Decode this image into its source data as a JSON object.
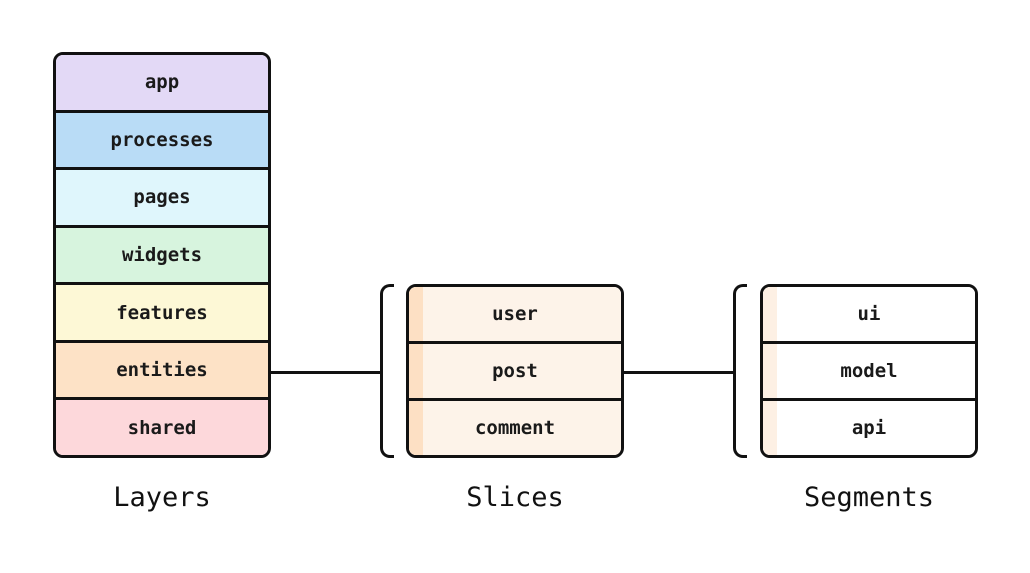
{
  "layers": {
    "caption": "Layers",
    "items": [
      {
        "label": "app",
        "color": "#e3d9f6"
      },
      {
        "label": "processes",
        "color": "#b9dcf6"
      },
      {
        "label": "pages",
        "color": "#dff6fc"
      },
      {
        "label": "widgets",
        "color": "#d7f4de"
      },
      {
        "label": "features",
        "color": "#fdf8d6"
      },
      {
        "label": "entities",
        "color": "#fde2c6"
      },
      {
        "label": "shared",
        "color": "#fdd8db"
      }
    ]
  },
  "slices": {
    "caption": "Slices",
    "items": [
      {
        "label": "user"
      },
      {
        "label": "post"
      },
      {
        "label": "comment"
      }
    ]
  },
  "segments": {
    "caption": "Segments",
    "items": [
      {
        "label": "ui"
      },
      {
        "label": "model"
      },
      {
        "label": "api"
      }
    ]
  }
}
